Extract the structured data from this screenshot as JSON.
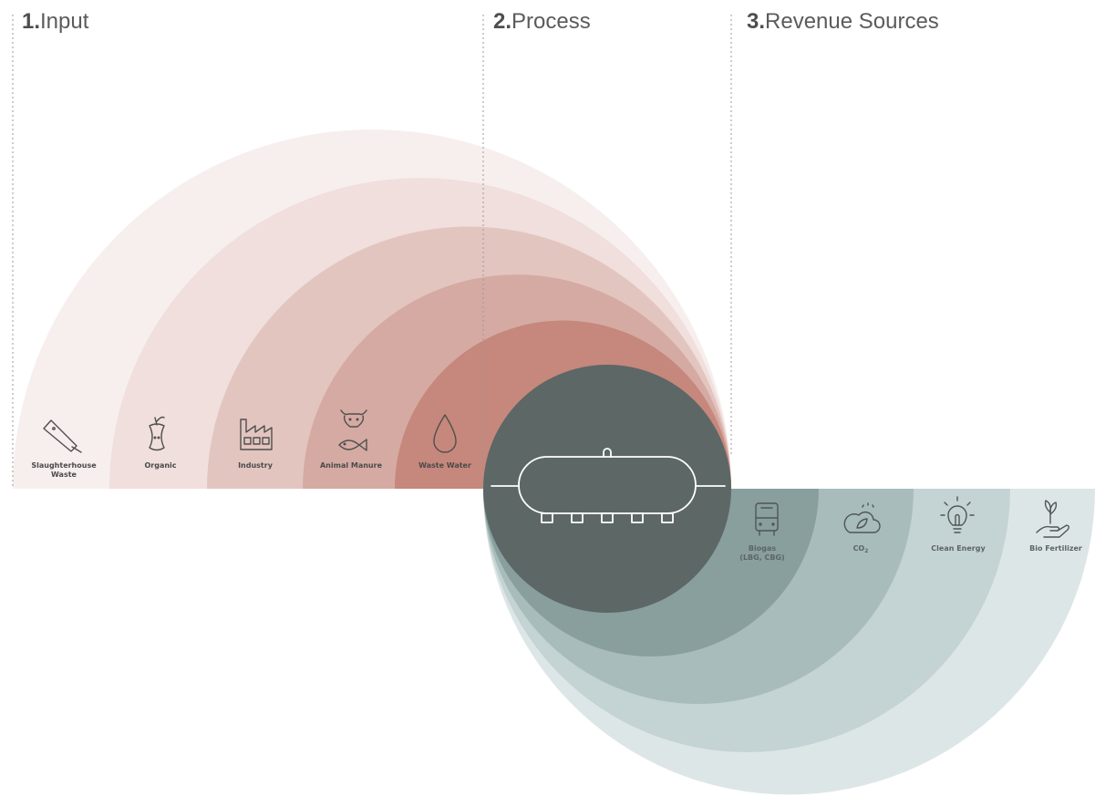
{
  "stages": [
    {
      "number": "1.",
      "title": "Input"
    },
    {
      "number": "2.",
      "title": "Process"
    },
    {
      "number": "3.",
      "title": "Revenue Sources"
    }
  ],
  "inputs": [
    {
      "label": "Slaughterhouse",
      "label2": "Waste",
      "icon": "cleaver-icon"
    },
    {
      "label": "Organic",
      "icon": "apple-core-icon"
    },
    {
      "label": "Industry",
      "icon": "factory-icon"
    },
    {
      "label": "Animal Manure",
      "icon": "cow-fish-icon"
    },
    {
      "label": "Waste Water",
      "icon": "water-drop-icon"
    }
  ],
  "process": {
    "icon": "digester-tank-icon"
  },
  "outputs": [
    {
      "label": "Biogas",
      "label2": "(LBG, CBG)",
      "icon": "bus-icon"
    },
    {
      "label": "CO",
      "sub": "2",
      "icon": "cloud-leaf-icon"
    },
    {
      "label": "Clean Energy",
      "icon": "lightbulb-icon"
    },
    {
      "label": "Bio Fertilizer",
      "icon": "hand-sprout-icon"
    }
  ],
  "colors": {
    "input_arcs": [
      "#f7efee",
      "#f0dfdc",
      "#e3c5bf",
      "#d5aaa2",
      "#c6877c"
    ],
    "output_arcs": [
      "#889f9e",
      "#a8bcbc",
      "#c4d3d3",
      "#dde6e6"
    ],
    "process_circle": "#5c6766",
    "divider": "#9a9a9a"
  }
}
